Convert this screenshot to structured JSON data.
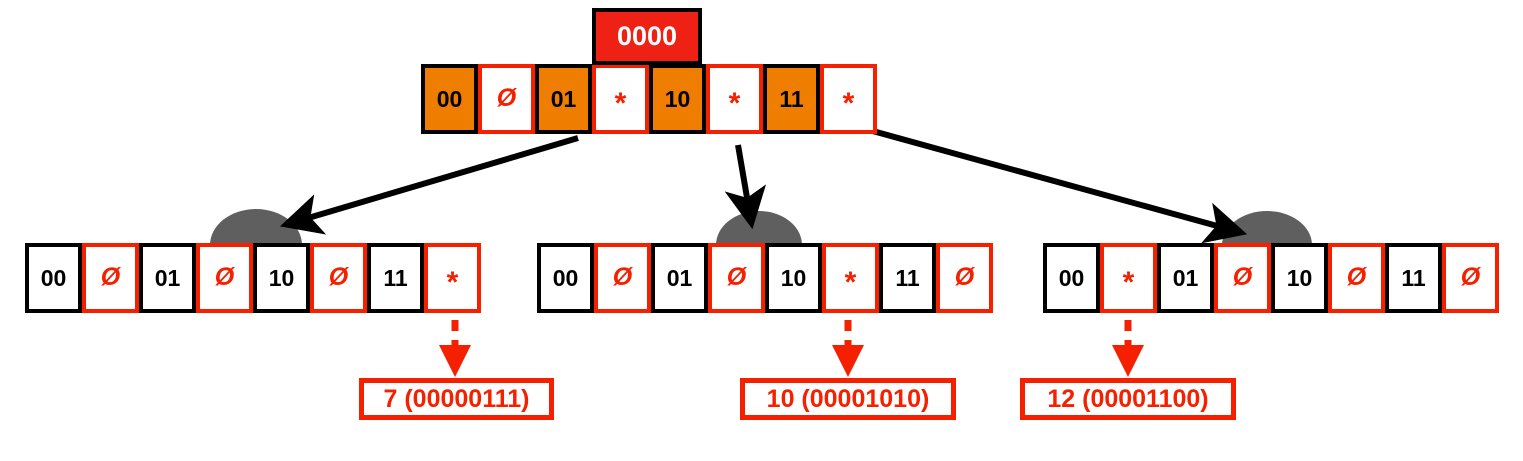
{
  "diagram": {
    "title_label": "0000",
    "null_glyph": "Ø",
    "star_glyph": "*",
    "colors": {
      "key_fill": "#ee7d00",
      "key_border": "#000000",
      "value_border": "#f42000",
      "red_accent": "#f42000",
      "root_label_fill": "#ef2114",
      "hill_gray": "#5f5f5f",
      "background": "#ffffff"
    }
  },
  "root": {
    "label": "0000",
    "cells": [
      {
        "key": "00",
        "value": "Ø"
      },
      {
        "key": "01",
        "value": "*"
      },
      {
        "key": "10",
        "value": "*"
      },
      {
        "key": "11",
        "value": "*"
      }
    ]
  },
  "children": [
    {
      "name": "left-child-node",
      "cells": [
        {
          "key": "00",
          "value": "Ø"
        },
        {
          "key": "01",
          "value": "Ø"
        },
        {
          "key": "10",
          "value": "Ø"
        },
        {
          "key": "11",
          "value": "*"
        }
      ],
      "leaf_value": "7 (00000111)"
    },
    {
      "name": "middle-child-node",
      "cells": [
        {
          "key": "00",
          "value": "Ø"
        },
        {
          "key": "01",
          "value": "Ø"
        },
        {
          "key": "10",
          "value": "*"
        },
        {
          "key": "11",
          "value": "Ø"
        }
      ],
      "leaf_value": "10 (00001010)"
    },
    {
      "name": "right-child-node",
      "cells": [
        {
          "key": "00",
          "value": "*"
        },
        {
          "key": "01",
          "value": "Ø"
        },
        {
          "key": "10",
          "value": "Ø"
        },
        {
          "key": "11",
          "value": "Ø"
        }
      ],
      "leaf_value": "12 (00001100)"
    }
  ]
}
